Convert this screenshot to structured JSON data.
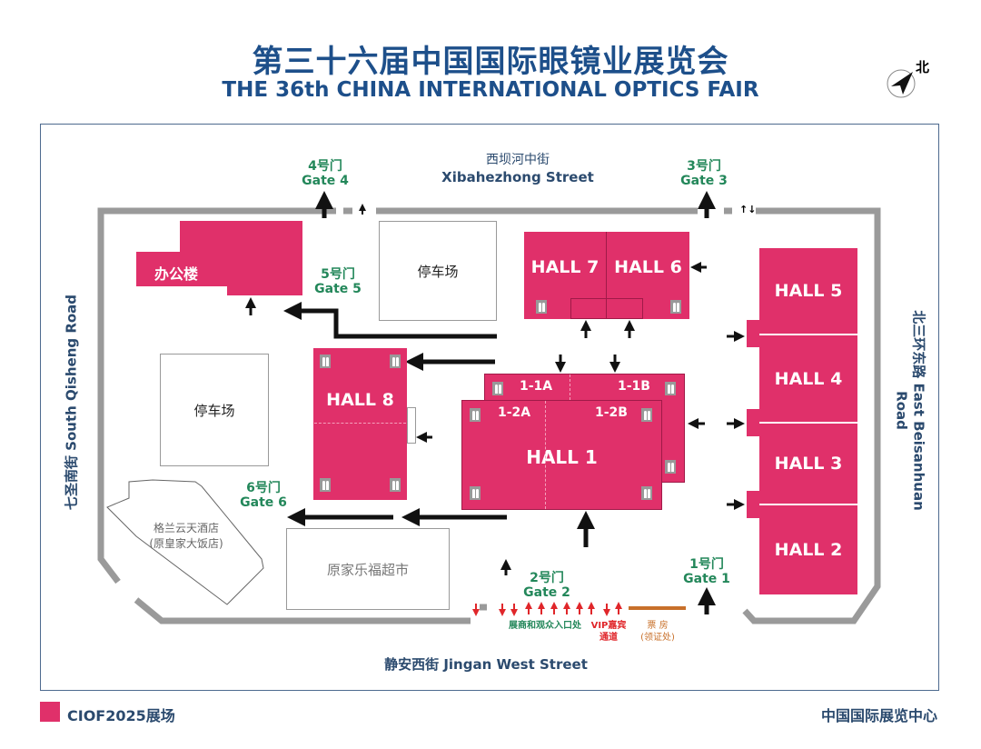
{
  "header": {
    "title_cn": "第三十六届中国国际眼镜业展览会",
    "title_en": "THE 36th CHINA INTERNATIONAL OPTICS FAIR",
    "north_label": "北"
  },
  "streets": {
    "north_cn": "西坝河中街",
    "north_en": "Xibahezhong Street",
    "south": "静安西街 Jingan West Street",
    "west": "七圣南街  South Qisheng Road",
    "east": "北三环东路  East Beisanhuan Road"
  },
  "gates": [
    {
      "cn": "1号门",
      "en": "Gate 1"
    },
    {
      "cn": "2号门",
      "en": "Gate 2"
    },
    {
      "cn": "3号门",
      "en": "Gate 3"
    },
    {
      "cn": "4号门",
      "en": "Gate 4"
    },
    {
      "cn": "5号门",
      "en": "Gate 5"
    },
    {
      "cn": "6号门",
      "en": "Gate 6"
    }
  ],
  "halls": {
    "h1": "HALL 1",
    "h2": "HALL 2",
    "h3": "HALL 3",
    "h4": "HALL 4",
    "h5": "HALL 5",
    "h6": "HALL 6",
    "h7": "HALL 7",
    "h8": "HALL 8",
    "s11a": "1-1A",
    "s11b": "1-1B",
    "s12a": "1-2A",
    "s12b": "1-2B"
  },
  "buildings": {
    "office": "办公楼",
    "parking": "停车场",
    "hotel_1": "格兰云天酒店",
    "hotel_2": "(原皇家大饭店)",
    "market": "原家乐福超市"
  },
  "entrance": {
    "visitors": "展商和观众入口处",
    "vip_1": "VIP嘉宾",
    "vip_2": "通道",
    "ticket_1": "票 房",
    "ticket_2": "(领证处)"
  },
  "footer": {
    "legend": "CIOF2025展场",
    "venue": "中国国际展览中心"
  },
  "colors": {
    "venue": "#e0306a",
    "title": "#1d4f8a",
    "gate": "#23875a",
    "vip": "#e0262a",
    "ticket": "#c8702a"
  }
}
